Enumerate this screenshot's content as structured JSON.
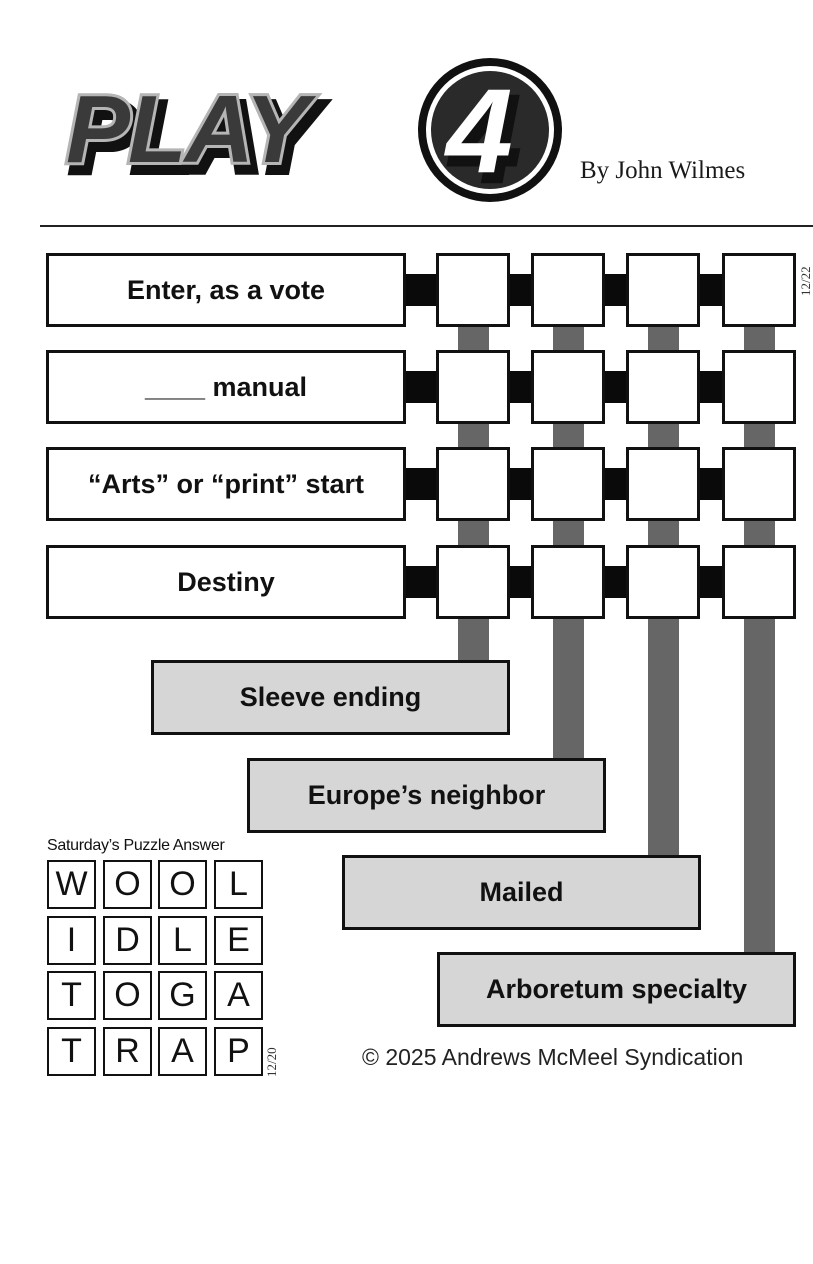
{
  "header": {
    "logo_text": "PLAY",
    "logo_digit": "4",
    "byline": "By John Wilmes",
    "date_code": "12/22"
  },
  "puzzle": {
    "across_clues": [
      {
        "label": "Enter, as a vote"
      },
      {
        "label": "____ manual"
      },
      {
        "label": "“Arts” or “print” start"
      },
      {
        "label": "Destiny"
      }
    ],
    "down_clues": [
      {
        "label": "Sleeve ending"
      },
      {
        "label": "Europe’s neighbor"
      },
      {
        "label": "Mailed"
      },
      {
        "label": "Arboretum specialty"
      }
    ],
    "grid_size": 4,
    "cells": [
      [
        "",
        "",
        "",
        ""
      ],
      [
        "",
        "",
        "",
        ""
      ],
      [
        "",
        "",
        "",
        ""
      ],
      [
        "",
        "",
        "",
        ""
      ]
    ]
  },
  "previous_answer": {
    "title": "Saturday’s Puzzle Answer",
    "date_code": "12/20",
    "rows": [
      [
        "W",
        "O",
        "O",
        "L"
      ],
      [
        "I",
        "D",
        "L",
        "E"
      ],
      [
        "T",
        "O",
        "G",
        "A"
      ],
      [
        "T",
        "R",
        "A",
        "P"
      ]
    ]
  },
  "footer": {
    "copyright": "© 2025 Andrews McMeel Syndication"
  },
  "colors": {
    "ink": "#111111",
    "connector": "#0a0a0a",
    "down_bar": "#666666",
    "down_clue_fill": "#d6d6d6",
    "logo_dark": "#3a3a3a",
    "logo_light": "#b5b5b5"
  }
}
